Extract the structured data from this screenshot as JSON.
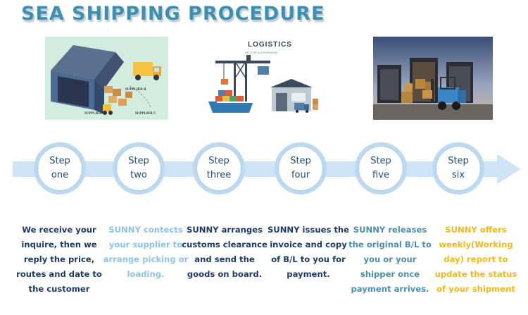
{
  "title": "SEA SHIPPING PROCEDURE",
  "illustrations": {
    "warehouse": {
      "label_b": "SUPPLIER B",
      "label_a": "SUPPLIER A",
      "label_c": "SUPPLIER C"
    },
    "logistics": {
      "title": "LOGISTICS",
      "subtitle": "VECTOR ILLUSTRATION"
    }
  },
  "colors": {
    "title": "#3f8fb0",
    "arrow": "#cfe5f7",
    "circle_border": "#bcd9f1",
    "step_text": "#1f4b78",
    "dark_navy": "#1e3b63",
    "light_blue": "#8cc3e6",
    "teal": "#4b8fa8",
    "orange": "#f4b81c"
  },
  "steps": [
    {
      "word": "Step",
      "number": "one",
      "lines": [
        "We receive your",
        "inquire, then we",
        "reply the price,",
        "routes and date to",
        "the customer"
      ]
    },
    {
      "word": "Step",
      "number": "two",
      "lines": [
        "SUNNY contects",
        "your supplier to",
        "arrange picking or",
        "loading."
      ]
    },
    {
      "word": "Step",
      "number": "three",
      "lines": [
        "SUNNY arranges",
        "customs clearance",
        "and send the",
        "goods on board."
      ]
    },
    {
      "word": "Step",
      "number": "four",
      "lines": [
        "SUNNY issues the",
        "invoice and copy",
        "of B/L to you for",
        "payment."
      ]
    },
    {
      "word": "Step",
      "number": "five",
      "lines": [
        "SUNNY releases",
        "the original B/L to",
        "you or your",
        "shipper once",
        "payment arrives."
      ]
    },
    {
      "word": "Step",
      "number": "six",
      "lines": [
        "SUNNY offers",
        "weekly(Working",
        "day) report to",
        "update the status",
        "of your shipment"
      ]
    }
  ]
}
